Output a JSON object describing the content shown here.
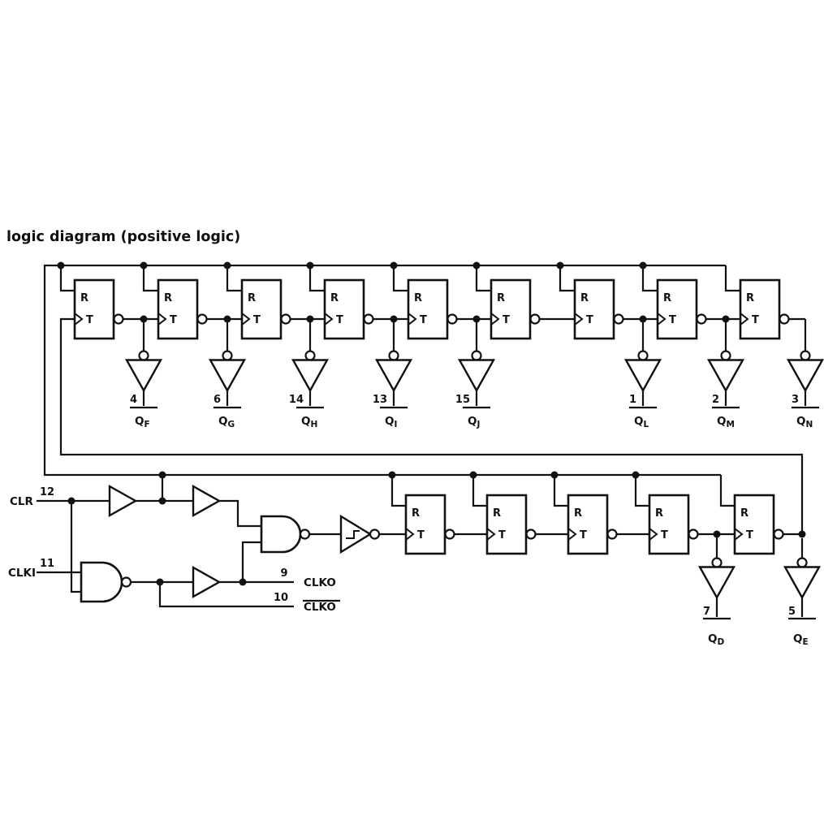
{
  "title": "logic diagram (positive logic)",
  "colors": {
    "ink": "#111111",
    "background": "#ffffff"
  },
  "flipflop": {
    "reset": "R",
    "toggle": "T"
  },
  "top_row_outputs": [
    {
      "pin": "4",
      "name": "Q",
      "sub": "F"
    },
    {
      "pin": "6",
      "name": "Q",
      "sub": "G"
    },
    {
      "pin": "14",
      "name": "Q",
      "sub": "H"
    },
    {
      "pin": "13",
      "name": "Q",
      "sub": "I"
    },
    {
      "pin": "15",
      "name": "Q",
      "sub": "J"
    },
    {
      "pin": "1",
      "name": "Q",
      "sub": "L"
    },
    {
      "pin": "2",
      "name": "Q",
      "sub": "M"
    },
    {
      "pin": "3",
      "name": "Q",
      "sub": "N"
    }
  ],
  "bottom_row_outputs": [
    {
      "pin": "7",
      "name": "Q",
      "sub": "D"
    },
    {
      "pin": "5",
      "name": "Q",
      "sub": "E"
    }
  ],
  "inputs": {
    "clr": {
      "label": "CLR",
      "pin": "12"
    },
    "clki": {
      "label": "CLKI",
      "pin": "11"
    }
  },
  "clock_outputs": {
    "clko": {
      "label": "CLKO",
      "pin": "9"
    },
    "clko_bar": {
      "label": "CLKO",
      "pin": "10",
      "overline": true
    }
  }
}
